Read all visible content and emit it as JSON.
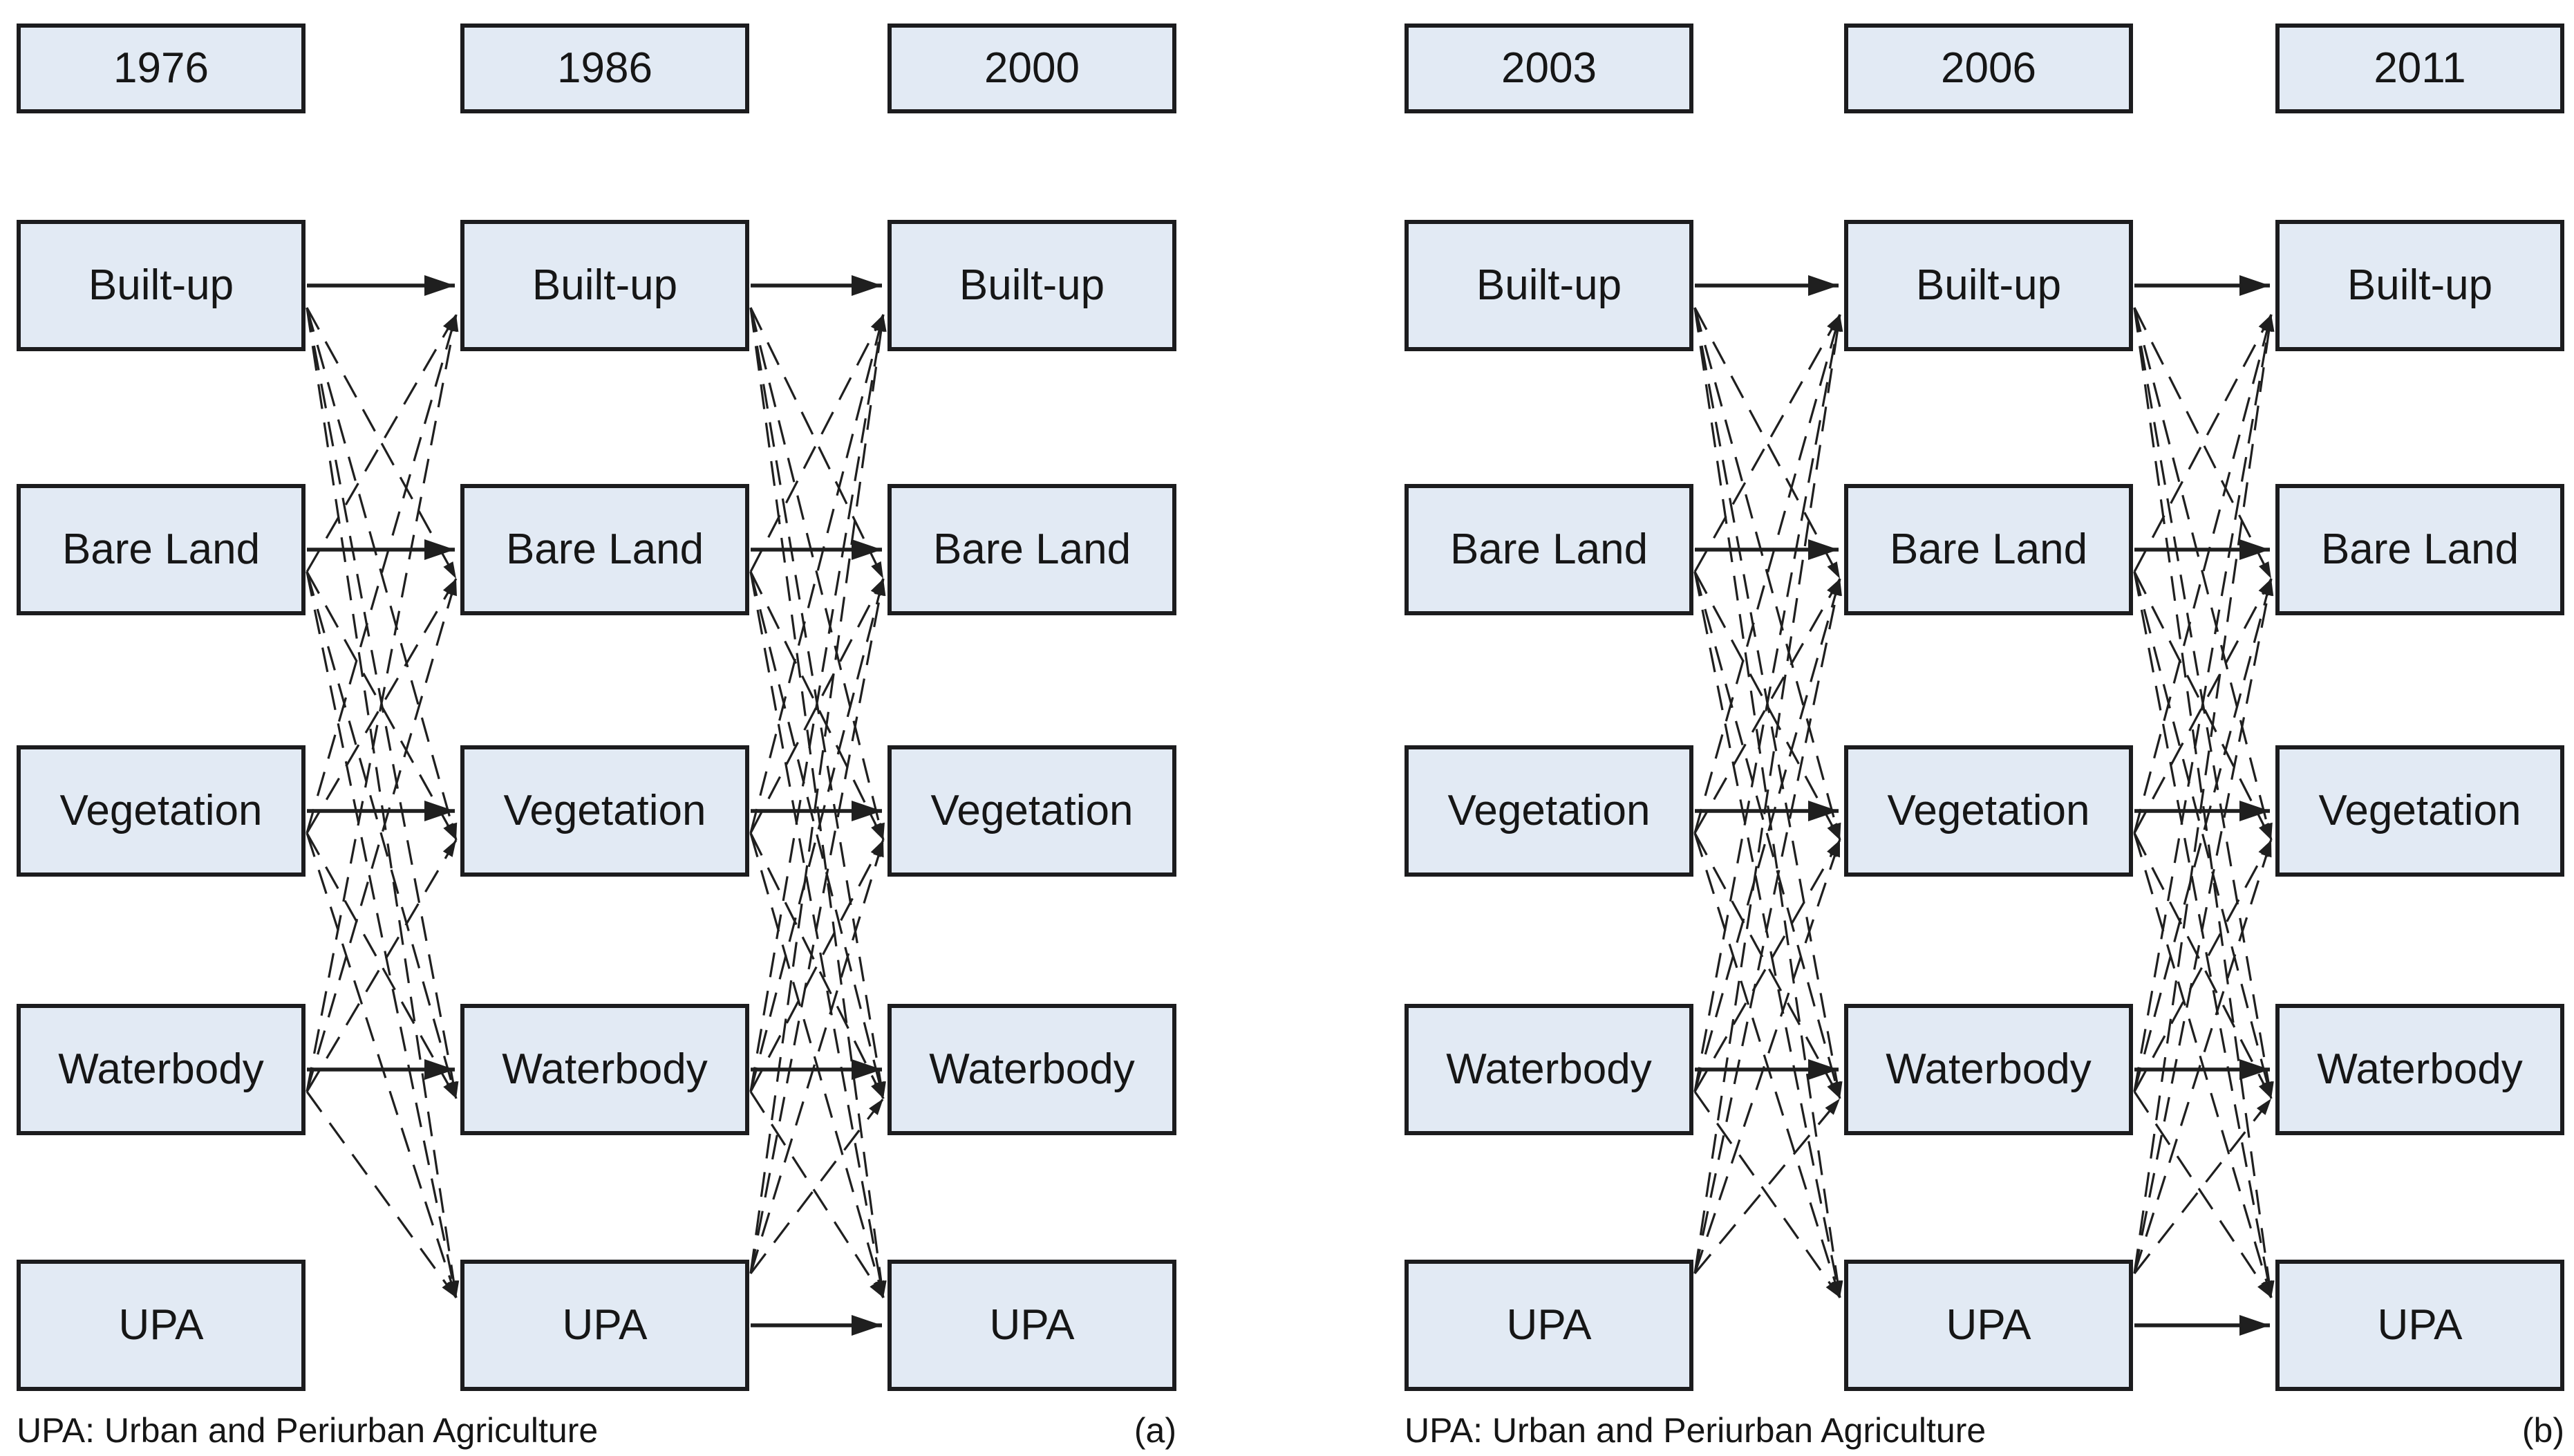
{
  "figure": {
    "background": "#ffffff",
    "box_fill": "#e2eaf4",
    "box_border": "#1c1c1e",
    "line_color": "#1f1f1f",
    "text_color": "#161616",
    "panels": [
      {
        "id": "a",
        "caption": "(a)",
        "legend": "UPA: Urban and Periurban Agriculture",
        "years": [
          "1976",
          "1986",
          "2000"
        ],
        "categories": [
          "Built-up",
          "Bare Land",
          "Vegetation",
          "Waterbody",
          "UPA"
        ],
        "transitions": [
          {
            "from_col": 0,
            "to_col": 1,
            "solid_rows": [
              0,
              1,
              2,
              3
            ],
            "dashed_source_rows": [
              0,
              1,
              2,
              3
            ]
          },
          {
            "from_col": 1,
            "to_col": 2,
            "solid_rows": [
              0,
              1,
              2,
              3,
              4
            ],
            "dashed_source_rows": [
              0,
              1,
              2,
              3,
              4
            ]
          }
        ]
      },
      {
        "id": "b",
        "caption": "(b)",
        "legend": "UPA: Urban and Periurban Agriculture",
        "years": [
          "2003",
          "2006",
          "2011"
        ],
        "categories": [
          "Built-up",
          "Bare Land",
          "Vegetation",
          "Waterbody",
          "UPA"
        ],
        "transitions": [
          {
            "from_col": 0,
            "to_col": 1,
            "solid_rows": [
              0,
              1,
              2,
              3
            ],
            "dashed_source_rows": [
              0,
              1,
              2,
              3,
              4
            ]
          },
          {
            "from_col": 1,
            "to_col": 2,
            "solid_rows": [
              0,
              1,
              2,
              3,
              4
            ],
            "dashed_source_rows": [
              0,
              1,
              2,
              3,
              4
            ]
          }
        ]
      }
    ]
  }
}
